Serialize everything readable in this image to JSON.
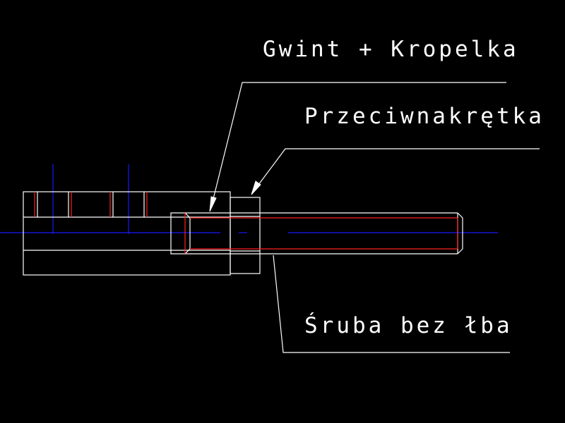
{
  "labels": {
    "thread": "Gwint + Kropelka",
    "locknut": "Przeciwnakrętka",
    "setscrew": "Śruba bez łba"
  },
  "colors": {
    "background": "#000000",
    "outline": "#ffffff",
    "thread": "#ff2020",
    "centerline": "#1818ff"
  }
}
